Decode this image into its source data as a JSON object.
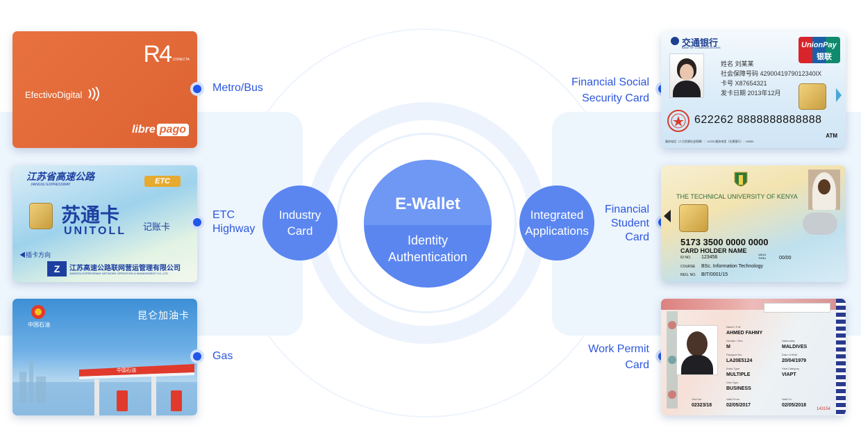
{
  "center": {
    "title": "E-Wallet",
    "subtitle_line1": "Identity",
    "subtitle_line2": "Authentication"
  },
  "left_node": {
    "line1": "Industry",
    "line2": "Card"
  },
  "right_node": {
    "line1": "Integrated",
    "line2": "Applications"
  },
  "left_items": [
    {
      "line1": "Metro/Bus",
      "line2": ""
    },
    {
      "line1": "ETC",
      "line2": "Highway"
    },
    {
      "line1": "Gas",
      "line2": ""
    }
  ],
  "right_items": [
    {
      "line1": "Financial Social",
      "line2": "Security Card",
      "line3": ""
    },
    {
      "line1": "Financial",
      "line2": "Student",
      "line3": "Card"
    },
    {
      "line1": "Work Permit",
      "line2": "Card",
      "line3": ""
    }
  ],
  "cards": {
    "metro": {
      "logo": "R4",
      "logo_small": "CONECTA",
      "brand": "EfectivoDigital",
      "footer_1": "libre",
      "footer_2": "pago"
    },
    "etc": {
      "top_text": "江苏省高速公路",
      "top_sub": "JIANGSU EXPRESSWAY",
      "badge": "ETC",
      "name_cn": "苏通卡",
      "name_en": "UNITOLL",
      "side_cn": "记账卡",
      "direction": "◀插卡方向",
      "company": "江苏高速公路联网营运管理有限公司",
      "company_en": "JIANGSU EXPRESSWAY NETWORK OPERATION & MANAGEMENT CO.,LTD"
    },
    "gas": {
      "brand": "中国石油",
      "title": "昆仑加油卡",
      "station_sign": "中国石油"
    },
    "social": {
      "bank": "交通银行",
      "bank_en": "BANK OF COMMUNICATIONS",
      "unionpay": "UnionPay",
      "unionpay_cn": "银联",
      "name_row": "姓名   刘某某",
      "id_row": "社会保障号码   4290041979012340IX",
      "card_row": "卡号   X87654321",
      "date_row": "发卡日期   2013年12月",
      "number": "622262 8888888888888",
      "atm": "ATM",
      "footer": "服务电话（人力资源社会保障）：12333    服务电话（交通银行）：95559"
    },
    "student": {
      "university": "THE TECHNICAL UNIVERSITY OF KENYA",
      "number": "5173 3500 0000 0000",
      "holder": "CARD HOLDER NAME",
      "id_label": "ID NO.",
      "id_value": "123456",
      "valid_label": "VALID THRU",
      "valid_value": "00/00",
      "course_label": "COURSE",
      "course_value": "BSc. Information Technology",
      "reg_label": "REG. NO.",
      "reg_value": "BIT/0001/15"
    },
    "permit": {
      "name_label": "Name / Full",
      "name_value": "AHMED FAHMY",
      "gender_label": "Gender / Sex",
      "gender_value": "M",
      "nationality_label": "Nationality",
      "nationality_value": "MALDIVES",
      "passport_label": "Passport No.",
      "passport_value": "LA20E5124",
      "dob_label": "Date of Birth",
      "dob_value": "20/04/1979",
      "entry_label": "Entry Type",
      "entry_value": "MULTIPLE",
      "visa_label": "Visa Category",
      "visa_value": "VIAPT",
      "visa_type_label": "Visa Type",
      "visa_type_value": "BUSINESS",
      "visa_no_label": "Visa No.",
      "visa_no_value": "02323/18",
      "valid_from_label": "Valid From",
      "valid_from_value": "02/05/2017",
      "valid_to_label": "Valid To",
      "valid_to_value": "02/05/2018",
      "serial": "143154"
    }
  },
  "colors": {
    "accent": "#2d57dd",
    "node": "#5b86f0",
    "node_light": "#6f97f4",
    "panel": "#edf5fd",
    "metro_card": "#e2693a"
  }
}
